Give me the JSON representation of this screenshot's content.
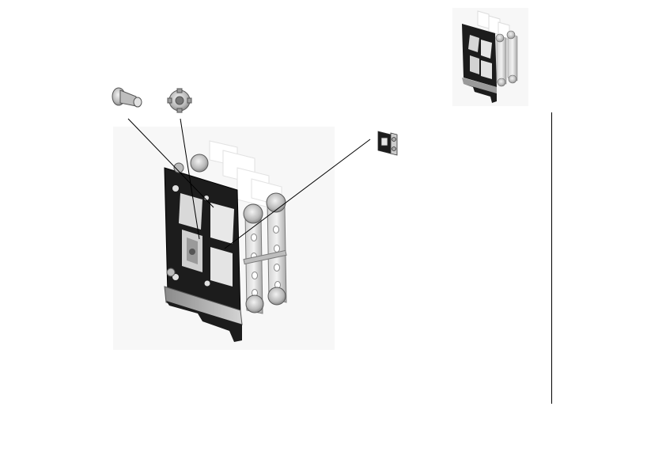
{
  "figure": {
    "kind": "exploded assembly drawing",
    "parts": [
      {
        "id": "pin",
        "icon": "shoulder-pin-icon"
      },
      {
        "id": "nut",
        "icon": "gear-nut-icon"
      },
      {
        "id": "sub-assembly",
        "icon": "bracket-subassembly-icon"
      }
    ],
    "main_view": {
      "icon": "mounting-bracket-assembly-icon"
    },
    "thumbnail_view": {
      "icon": "assembled-bracket-thumbnail-icon"
    }
  },
  "colors": {
    "plate": "#1c1c1c",
    "metal_light": "#d8d8d8",
    "metal_mid": "#a9a9a9",
    "metal_dark": "#6b6b6b",
    "leader": "#000000",
    "background_box": "#f4f4f4"
  }
}
